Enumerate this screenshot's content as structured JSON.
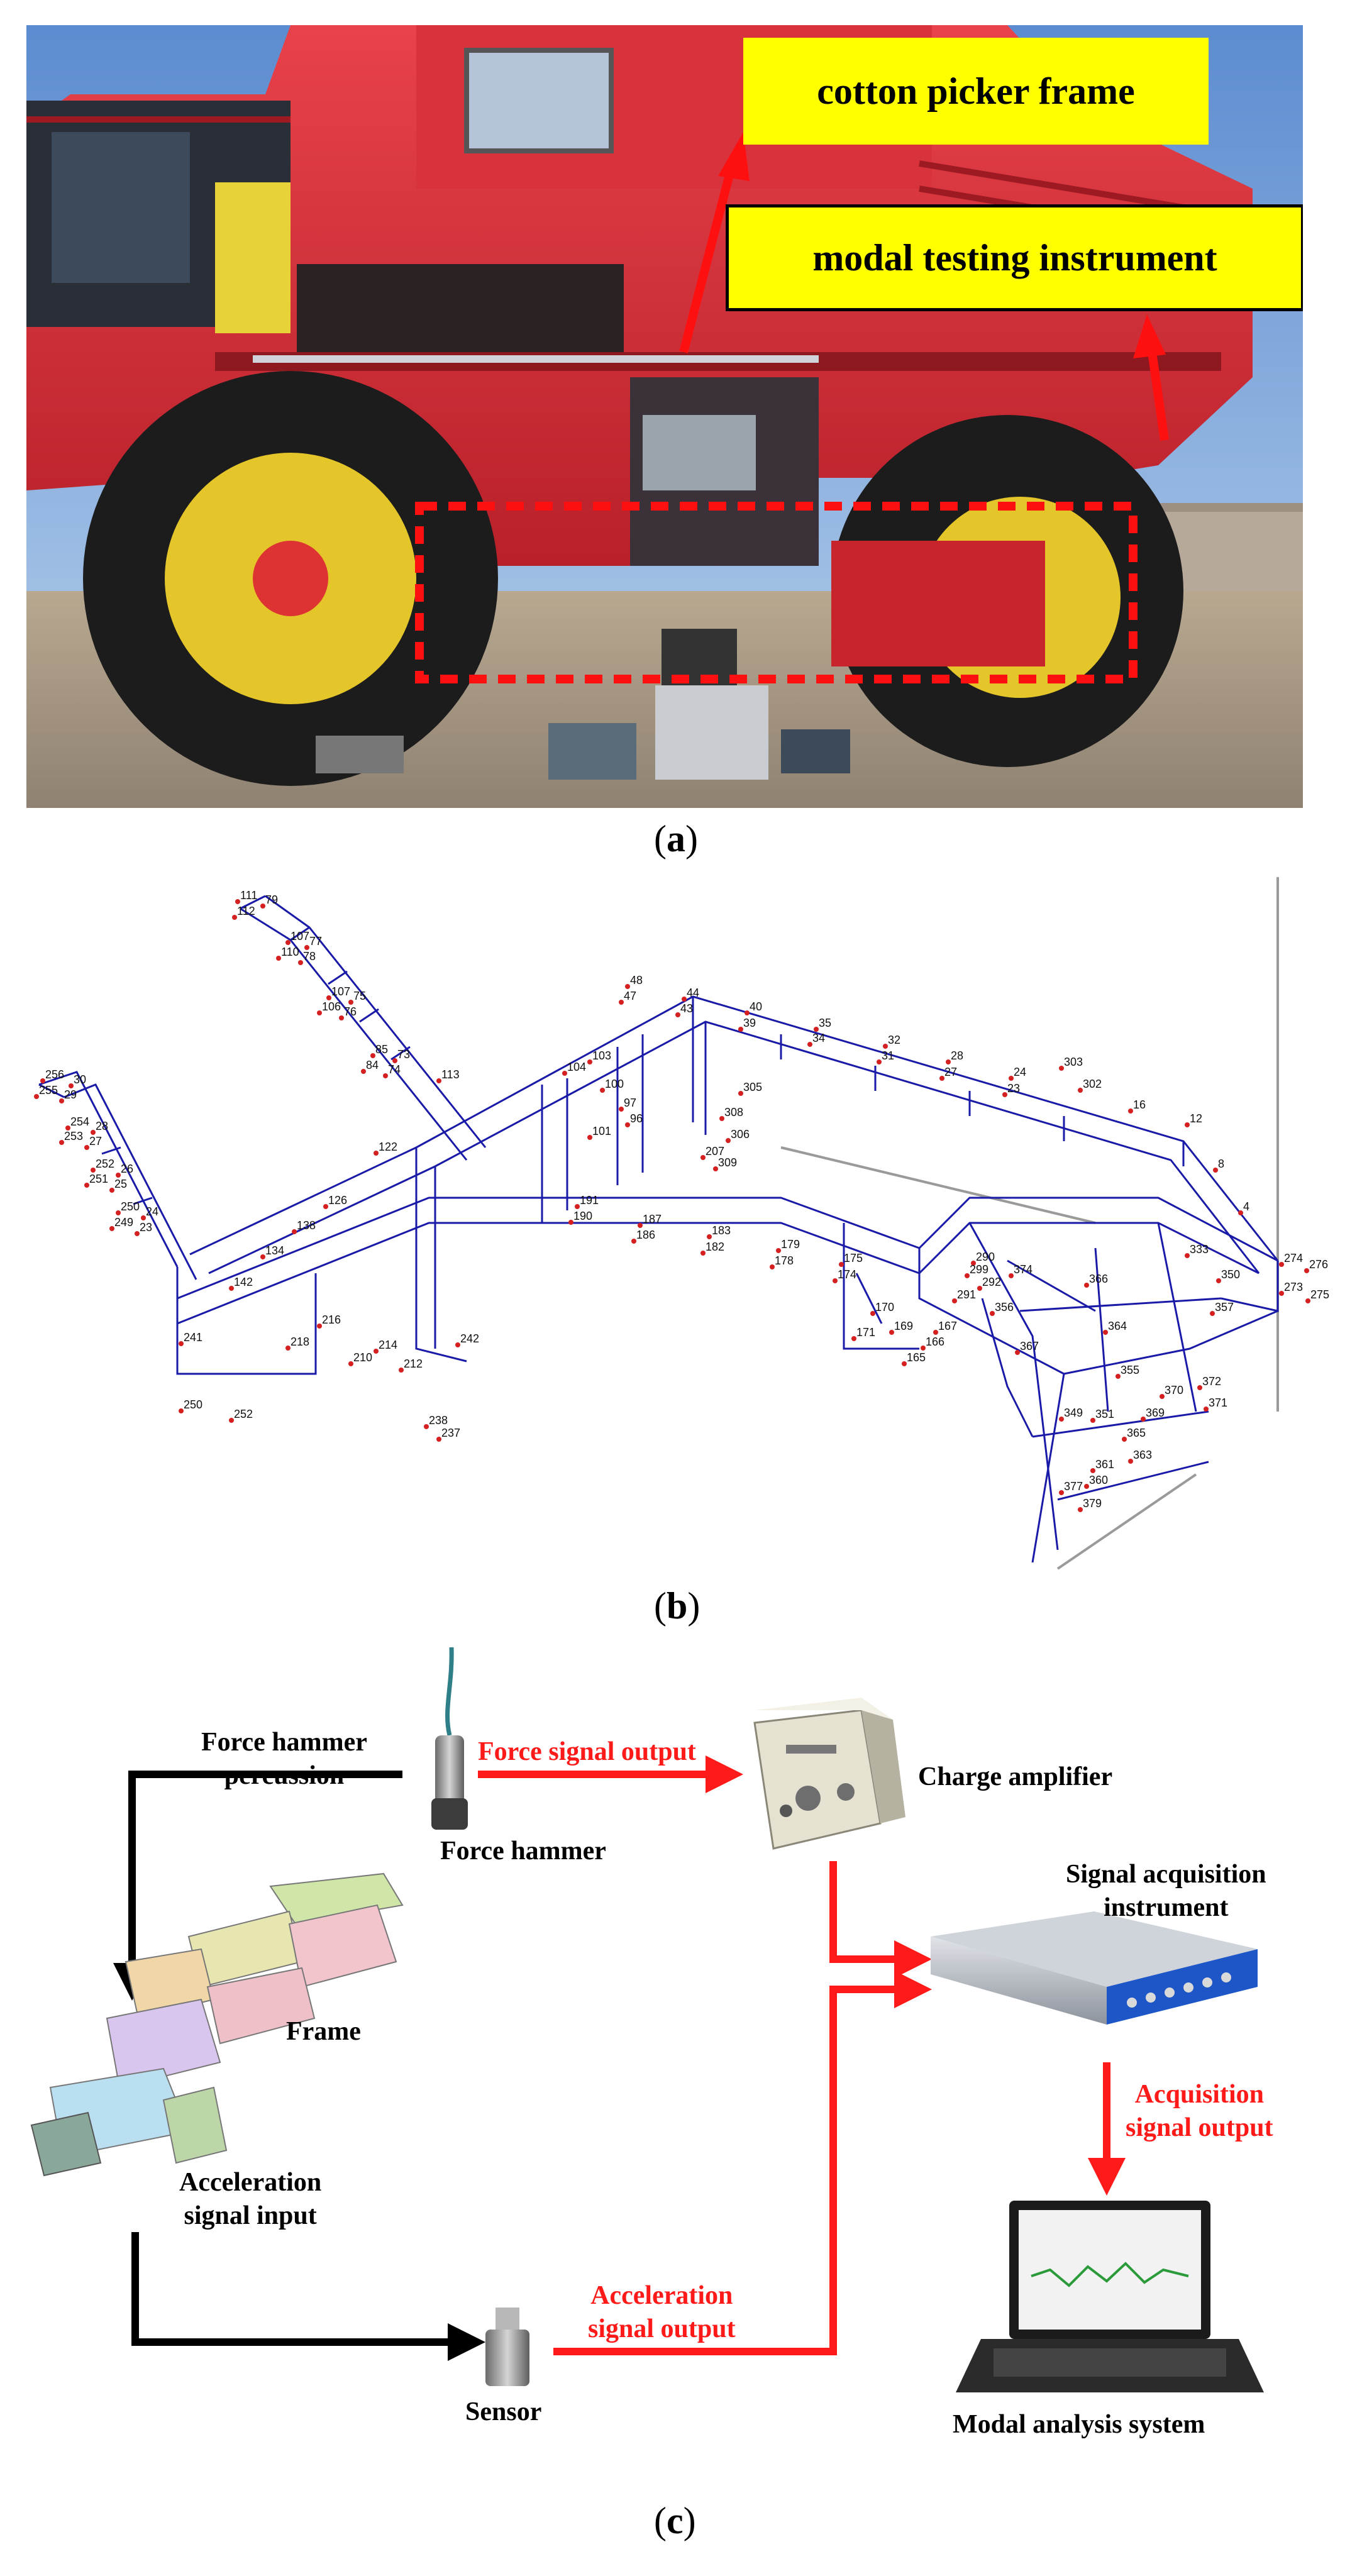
{
  "panel_a": {
    "label_letter": "a",
    "callout_frame": "cotton picker frame",
    "callout_instrument": "modal testing instrument"
  },
  "panel_b": {
    "label_letter": "b",
    "node_numbers_top_left": [
      "111",
      "79",
      "112",
      "107",
      "77",
      "110",
      "78",
      "107",
      "75",
      "106",
      "76",
      "85",
      "73",
      "84",
      "74",
      "113",
      "256",
      "30",
      "255",
      "29",
      "254",
      "28",
      "253",
      "27",
      "252",
      "26",
      "251",
      "25",
      "250",
      "24",
      "249",
      "23"
    ],
    "node_numbers_center": [
      "48",
      "44",
      "40",
      "35",
      "32",
      "28",
      "24",
      "47",
      "43",
      "39",
      "34",
      "31",
      "27",
      "23",
      "103",
      "104",
      "100",
      "97",
      "96",
      "101",
      "305",
      "306",
      "207",
      "308",
      "309",
      "191",
      "187",
      "183",
      "179",
      "175",
      "190",
      "186",
      "182",
      "178",
      "174",
      "122",
      "126",
      "134",
      "138",
      "142",
      "216",
      "214",
      "212",
      "210",
      "218",
      "250",
      "252",
      "237",
      "238",
      "241",
      "242"
    ],
    "node_numbers_right": [
      "303",
      "302",
      "16",
      "12",
      "8",
      "4",
      "274",
      "276",
      "273",
      "275",
      "333",
      "350",
      "357",
      "364",
      "366",
      "374",
      "367",
      "372",
      "371",
      "370",
      "369",
      "365",
      "363",
      "361",
      "360",
      "379",
      "377",
      "355",
      "351",
      "349",
      "299",
      "292",
      "290",
      "291",
      "356",
      "167",
      "165",
      "166",
      "169",
      "170",
      "171"
    ],
    "colors": {
      "edge": "#1a1aa8",
      "node": "#d42020",
      "axis": "#9a9a9a"
    }
  },
  "panel_c": {
    "label_letter": "c",
    "labels": {
      "force_hammer_percussion": "Force hammer\npercussion",
      "force_signal_output": "Force signal output",
      "charge_amplifier": "Charge amplifier",
      "force_hammer": "Force hammer",
      "signal_acquisition_instrument": "Signal acquisition\ninstrument",
      "frame": "Frame",
      "acquisition_signal_output": "Acquisition\nsignal output",
      "acceleration_signal_input": "Acceleration\nsignal input",
      "acceleration_signal_output": "Acceleration\nsignal output",
      "sensor": "Sensor",
      "modal_analysis_system": "Modal analysis system"
    },
    "colors": {
      "signal_arrow": "#ff1a1a",
      "flow_arrow": "#000000"
    }
  }
}
